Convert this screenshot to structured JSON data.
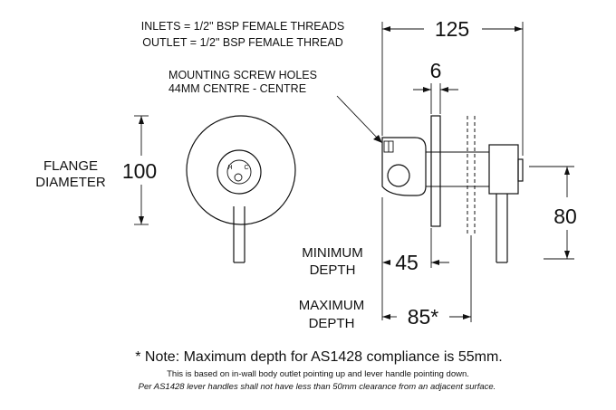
{
  "header_notes": {
    "inlets": "INLETS = 1/2\" BSP FEMALE THREADS",
    "outlet": "OUTLET = 1/2\" BSP FEMALE THREAD",
    "mounting_line1": "MOUNTING SCREW HOLES",
    "mounting_line2": "44MM CENTRE - CENTRE"
  },
  "dimensions": {
    "overall_length": "125",
    "flange_thickness": "6",
    "flange_diameter": "100",
    "body_height": "80",
    "minimum_depth": "45",
    "maximum_depth": "85*"
  },
  "labels": {
    "flange_line1": "FLANGE",
    "flange_line2": "DIAMETER",
    "min_line1": "MINIMUM",
    "min_line2": "DEPTH",
    "max_line1": "MAXIMUM",
    "max_line2": "DEPTH",
    "hot": "H",
    "cold": "C"
  },
  "footnote": {
    "main": "* Note: Maximum depth for AS1428 compliance is 55mm.",
    "line2": "This is based on in-wall body outlet pointing up and lever handle pointing down.",
    "line3": "Per AS1428 lever handles shall not have less than 50mm clearance from an adjacent surface."
  }
}
